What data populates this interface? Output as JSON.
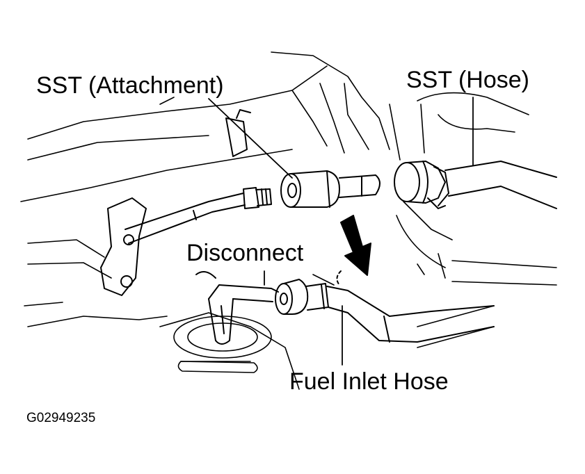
{
  "labels": {
    "attachment": "SST (Attachment)",
    "hose": "SST (Hose)",
    "disconnect": "Disconnect",
    "fuel_inlet_hose": "Fuel Inlet Hose",
    "figure_code": "G02949235"
  },
  "colors": {
    "ink": "#000000",
    "paper": "#ffffff"
  }
}
